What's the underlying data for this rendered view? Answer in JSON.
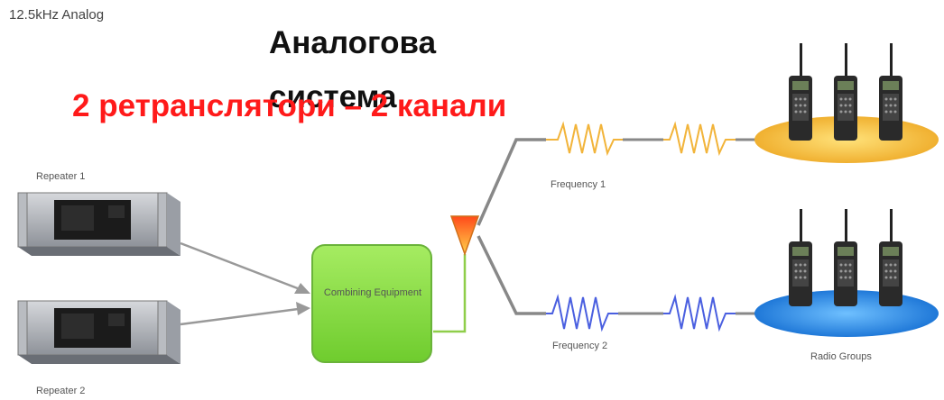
{
  "labels": {
    "corner": "12.5kHz Analog",
    "title": "Аналогова система",
    "overlay": "2 ретранслятори – 2 канали",
    "repeater1": "Repeater 1",
    "repeater2": "Repeater 2",
    "combining": "Combining Equipment",
    "frequency1": "Frequency 1",
    "frequency2": "Frequency 2",
    "radio_groups": "Radio Groups"
  },
  "colors": {
    "overlay_text": "#ff1a1a",
    "combining_box": "#8fe04a",
    "frequency1_wave": "#f2b43a",
    "frequency2_wave": "#4a5fe0",
    "group1_disc": "#f7c948",
    "group2_disc": "#2f8ee8",
    "antenna": "#f08a1a"
  },
  "icons": {
    "repeater": "rack-repeater-icon",
    "antenna": "antenna-icon",
    "radio": "handheld-radio-icon"
  }
}
